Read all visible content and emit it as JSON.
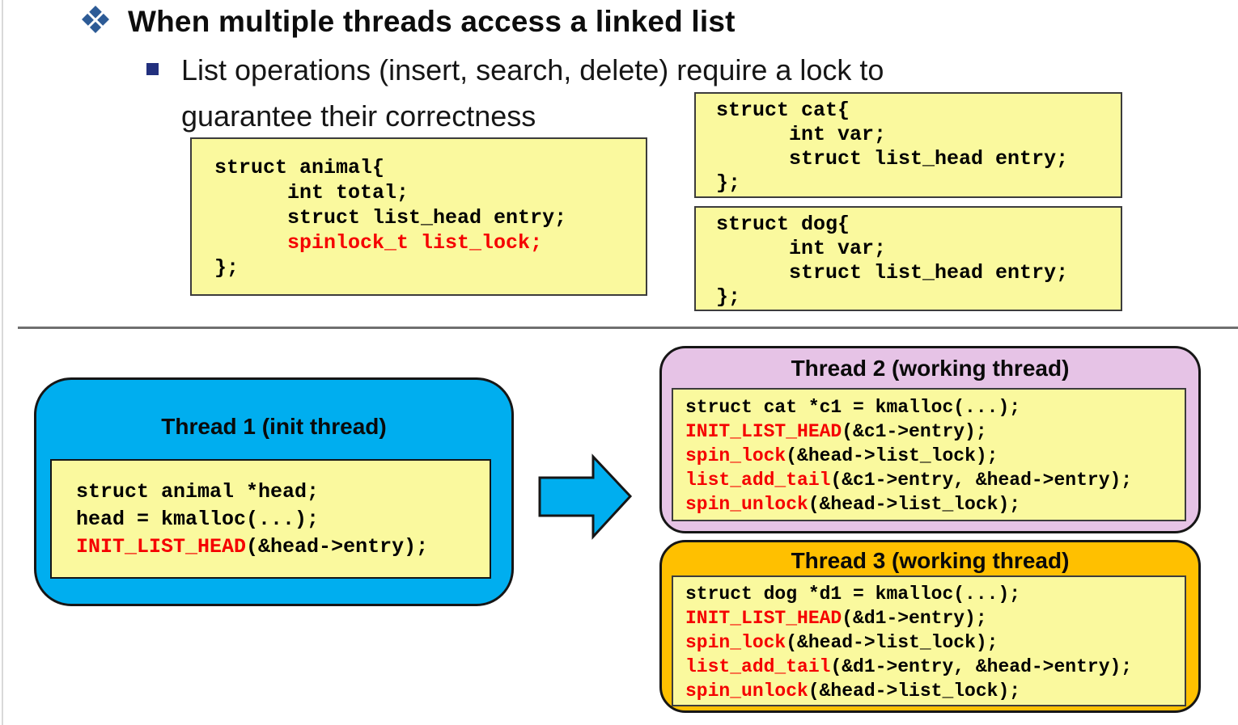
{
  "header": {
    "title": "When multiple threads access a linked list",
    "subtitle_lines": [
      "List operations (insert, search, delete) require a lock to",
      "guarantee their correctness"
    ]
  },
  "structs": {
    "animal": {
      "lines": [
        {
          "pre": "struct animal{"
        },
        {
          "pre": "      int total;"
        },
        {
          "pre": "      struct list_head entry;"
        },
        {
          "pre": "      ",
          "hl": "spinlock_t list_lock;"
        },
        {
          "pre": "};"
        }
      ]
    },
    "cat": {
      "lines": [
        {
          "pre": "struct cat{"
        },
        {
          "pre": "      int var;"
        },
        {
          "pre": "      struct list_head entry;"
        },
        {
          "pre": "};"
        }
      ]
    },
    "dog": {
      "lines": [
        {
          "pre": "struct dog{"
        },
        {
          "pre": "      int var;"
        },
        {
          "pre": "      struct list_head entry;"
        },
        {
          "pre": "};"
        }
      ]
    }
  },
  "threads": {
    "t1": {
      "title": "Thread 1 (init thread)",
      "code": [
        {
          "pre": "struct animal *head;"
        },
        {
          "pre": "head = kmalloc(...);"
        },
        {
          "hl": "INIT_LIST_HEAD",
          "post": "(&head->entry);"
        }
      ]
    },
    "t2": {
      "title": "Thread 2 (working thread)",
      "code": [
        {
          "pre": "struct cat *c1 = kmalloc(...);"
        },
        {
          "hl": "INIT_LIST_HEAD",
          "post": "(&c1->entry);"
        },
        {
          "hl": "spin_lock",
          "post": "(&head->list_lock);"
        },
        {
          "hl": "list_add_tail",
          "post": "(&c1->entry, &head->entry);"
        },
        {
          "hl": "spin_unlock",
          "post": "(&head->list_lock);"
        }
      ]
    },
    "t3": {
      "title": "Thread 3 (working thread)",
      "code": [
        {
          "pre": "struct dog *d1 = kmalloc(...);"
        },
        {
          "hl": "INIT_LIST_HEAD",
          "post": "(&d1->entry);"
        },
        {
          "hl": "spin_lock",
          "post": "(&head->list_lock);"
        },
        {
          "hl": "list_add_tail",
          "post": "(&d1->entry, &head->entry);"
        },
        {
          "hl": "spin_unlock",
          "post": "(&head->list_lock);"
        }
      ]
    }
  },
  "colors": {
    "thread1_fill": "#00AEEF",
    "thread2_fill": "#E6C3E6",
    "thread3_fill": "#FFC000",
    "code_box_fill": "#FAF99E",
    "highlight_text": "#F50000",
    "bullet_diamond": "#2D5B96",
    "bullet_square": "#22307E",
    "arrow_fill": "#00AEEF"
  }
}
